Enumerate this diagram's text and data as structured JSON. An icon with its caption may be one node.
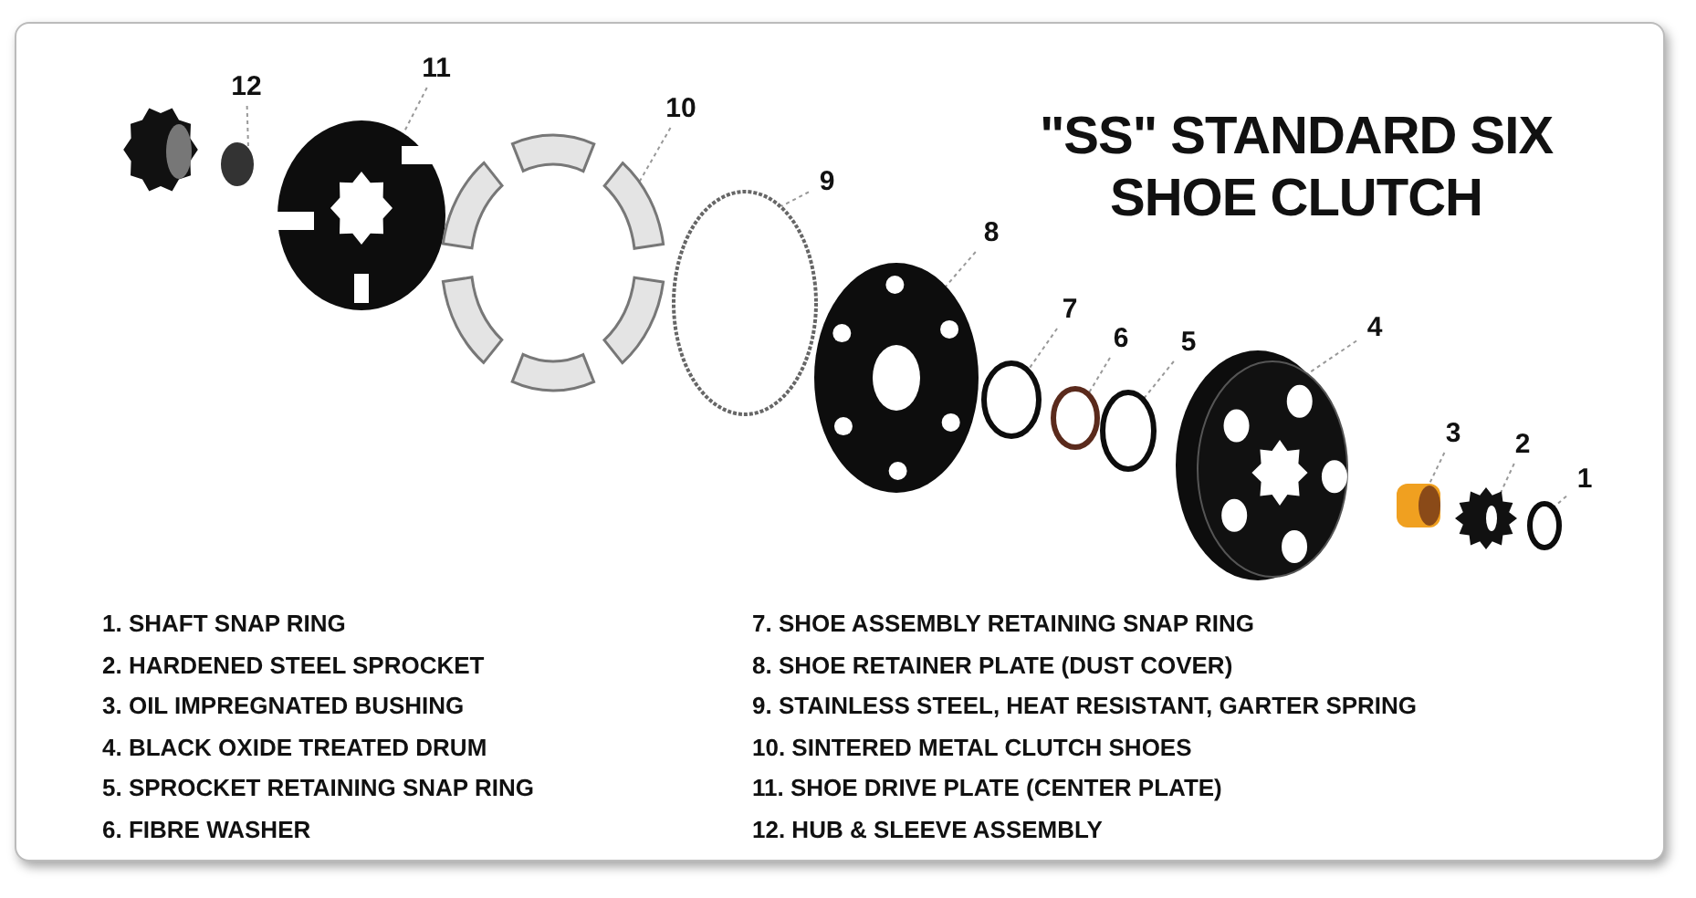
{
  "diagram": {
    "title": "\"SS\" STANDARD SIX SHOE CLUTCH",
    "nodes": [
      {
        "text": [
          "12"
        ]
      },
      {
        "text": [
          "11"
        ]
      },
      {
        "text": [
          "10"
        ]
      },
      {
        "text": [
          "9"
        ]
      },
      {
        "text": [
          "8"
        ]
      },
      {
        "text": [
          "7"
        ]
      },
      {
        "text": [
          "6"
        ]
      },
      {
        "text": [
          "5"
        ]
      },
      {
        "text": [
          "4"
        ]
      },
      {
        "text": [
          "3"
        ]
      },
      {
        "text": [
          "2"
        ]
      },
      {
        "text": [
          "1"
        ]
      },
      {
        "text": [],
        "shape": "picture"
      },
      {
        "text": [],
        "shape": "picture"
      },
      {
        "text": [],
        "shape": "picture"
      },
      {
        "text": [],
        "shape": "circle"
      },
      {
        "text": [],
        "shape": "picture"
      },
      {
        "text": [],
        "shape": "circle"
      },
      {
        "text": [],
        "shape": "circle"
      },
      {
        "text": [],
        "shape": "circle"
      },
      {
        "text": [],
        "shape": "picture"
      },
      {
        "text": [],
        "shape": "picture"
      },
      {
        "text": [],
        "shape": "picture"
      },
      {
        "text": [],
        "shape": "circle"
      }
    ],
    "edges": [
      {
        "from": 0,
        "to": 12,
        "arrow": "none"
      },
      {
        "from": 1,
        "to": 13,
        "arrow": "none"
      },
      {
        "from": 2,
        "to": 14,
        "arrow": "none"
      },
      {
        "from": 3,
        "to": 15,
        "arrow": "none"
      },
      {
        "from": 4,
        "to": 16,
        "arrow": "none"
      },
      {
        "from": 5,
        "to": 17,
        "arrow": "none"
      },
      {
        "from": 6,
        "to": 18,
        "arrow": "none"
      },
      {
        "from": 7,
        "to": 19,
        "arrow": "none"
      },
      {
        "from": 8,
        "to": 20,
        "arrow": "none"
      },
      {
        "from": 9,
        "to": 21,
        "arrow": "none"
      },
      {
        "from": 10,
        "to": 22,
        "arrow": "none"
      },
      {
        "from": 11,
        "to": 23,
        "arrow": "none"
      }
    ],
    "labels": [
      "1. SHAFT SNAP RING",
      "7. SHOE ASSEMBLY RETAINING SNAP RING",
      "2. HARDENED STEEL SPROCKET",
      "8. SHOE RETAINER PLATE (DUST COVER)",
      "3. OIL IMPREGNATED BUSHING",
      "9. STAINLESS STEEL, HEAT RESISTANT, GARTER SPRING",
      "4. BLACK OXIDE TREATED DRUM",
      "10. SINTERED METAL CLUTCH SHOES",
      "5. SPROCKET RETAINING SNAP RING",
      "11. SHOE DRIVE PLATE (CENTER PLATE)",
      "6. FIBRE WASHER",
      "12. HUB & SLEEVE ASSEMBLY"
    ]
  }
}
